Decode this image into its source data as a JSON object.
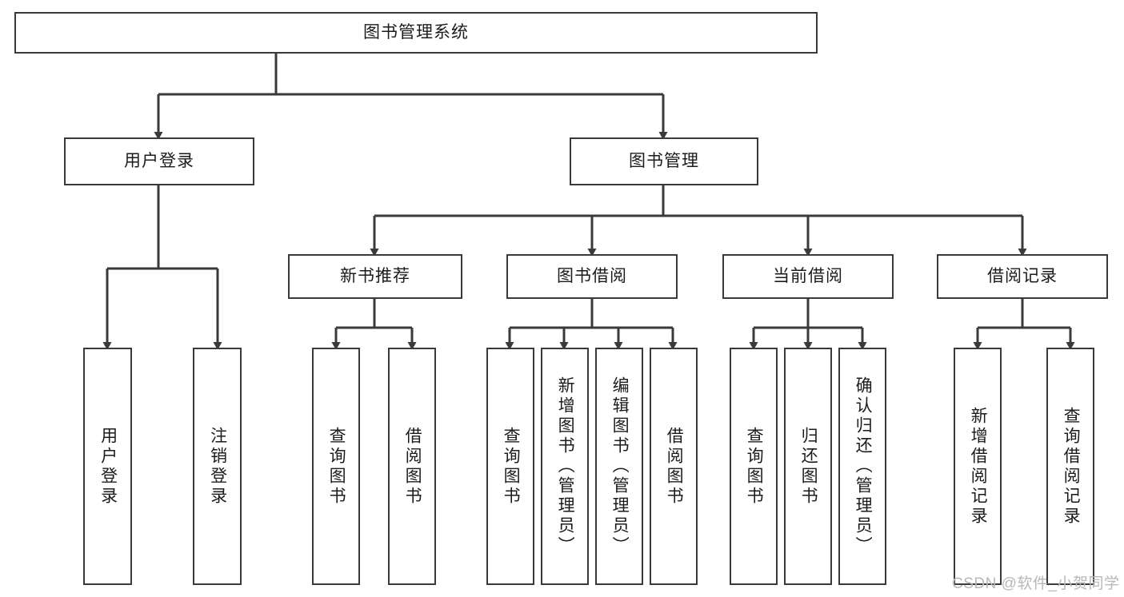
{
  "diagram": {
    "title": "图书管理系统",
    "type": "tree",
    "root": {
      "id": "root",
      "label": "图书管理系统",
      "orientation": "horizontal"
    },
    "level2": [
      {
        "id": "user-login",
        "label": "用户登录",
        "orientation": "horizontal"
      },
      {
        "id": "book-manage",
        "label": "图书管理",
        "orientation": "horizontal"
      }
    ],
    "level3": [
      {
        "id": "new-book-recommend",
        "label": "新书推荐",
        "orientation": "horizontal",
        "parent": "book-manage"
      },
      {
        "id": "book-borrow",
        "label": "图书借阅",
        "orientation": "horizontal",
        "parent": "book-manage"
      },
      {
        "id": "current-borrow",
        "label": "当前借阅",
        "orientation": "horizontal",
        "parent": "book-manage"
      },
      {
        "id": "borrow-record",
        "label": "借阅记录",
        "orientation": "horizontal",
        "parent": "book-manage"
      }
    ],
    "leaves": [
      {
        "id": "leaf-user-login",
        "label": "用户登录",
        "orientation": "vertical",
        "parent": "user-login"
      },
      {
        "id": "leaf-logout-login",
        "label": "注销登录",
        "orientation": "vertical",
        "parent": "user-login"
      },
      {
        "id": "leaf-query-book-1",
        "label": "查询图书",
        "orientation": "vertical",
        "parent": "new-book-recommend"
      },
      {
        "id": "leaf-borrow-book-1",
        "label": "借阅图书",
        "orientation": "vertical",
        "parent": "new-book-recommend"
      },
      {
        "id": "leaf-query-book-2",
        "label": "查询图书",
        "orientation": "vertical",
        "parent": "book-borrow"
      },
      {
        "id": "leaf-add-book",
        "label": "新增图书（管理员）",
        "orientation": "vertical",
        "parent": "book-borrow"
      },
      {
        "id": "leaf-edit-book",
        "label": "编辑图书（管理员）",
        "orientation": "vertical",
        "parent": "book-borrow"
      },
      {
        "id": "leaf-borrow-book-2",
        "label": "借阅图书",
        "orientation": "vertical",
        "parent": "book-borrow"
      },
      {
        "id": "leaf-query-book-3",
        "label": "查询图书",
        "orientation": "vertical",
        "parent": "current-borrow"
      },
      {
        "id": "leaf-return-book",
        "label": "归还图书",
        "orientation": "vertical",
        "parent": "current-borrow"
      },
      {
        "id": "leaf-confirm-return",
        "label": "确认归还（管理员）",
        "orientation": "vertical",
        "parent": "current-borrow"
      },
      {
        "id": "leaf-add-record",
        "label": "新增借阅记录",
        "orientation": "vertical",
        "parent": "borrow-record"
      },
      {
        "id": "leaf-query-record",
        "label": "查询借阅记录",
        "orientation": "vertical",
        "parent": "borrow-record"
      }
    ]
  },
  "watermark": {
    "text": "CSDN @软件_小贺同学"
  },
  "colors": {
    "stroke": "#3a3a3a",
    "background": "#ffffff",
    "text": "#1b1b1b",
    "watermark": "#b8b8b8"
  }
}
